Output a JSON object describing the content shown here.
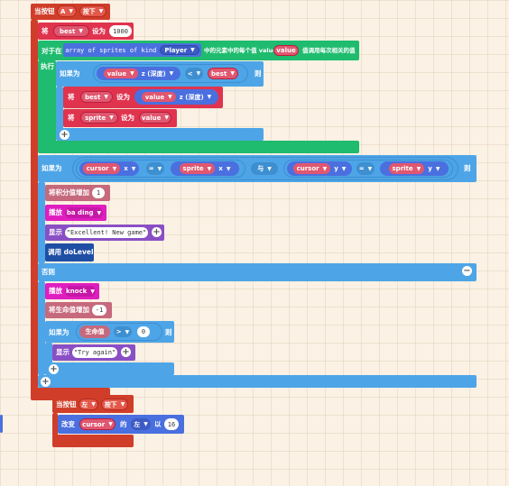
{
  "event_button": {
    "label": "当按钮",
    "button": "A",
    "action": "按下"
  },
  "set_best": {
    "set": "将",
    "variable": "best",
    "to": "设为",
    "value": "1000"
  },
  "for_each": {
    "label": "对于在",
    "array": "array of sprites of kind",
    "kind": "Player",
    "suffix": "中的元素中的每个值 value，以",
    "item": "value",
    "suffix2": "值调用每次相关的值",
    "do": "执行"
  },
  "if_1": {
    "if": "如果为",
    "left_var": "value",
    "left_prop": "z (深度)",
    "op": "<",
    "right_var": "best",
    "then": "则"
  },
  "set_best2": {
    "set": "将",
    "variable": "best",
    "to": "设为",
    "value_var": "value",
    "value_prop": "z (深度)"
  },
  "set_sprite": {
    "set": "将",
    "variable": "sprite",
    "to": "设为",
    "value": "value"
  },
  "if_2": {
    "if": "如果为",
    "a_var": "cursor",
    "a_prop": "x",
    "eq1": "=",
    "b_var": "sprite",
    "b_prop": "x",
    "and": "与",
    "c_var": "cursor",
    "c_prop": "y",
    "eq2": "=",
    "d_var": "sprite",
    "d_prop": "y",
    "then": "则"
  },
  "change_score": {
    "label": "将积分值增加",
    "value": "1"
  },
  "play_ba_ding": {
    "label": "播放",
    "sound": "ba ding"
  },
  "splash_1": {
    "label": "显示",
    "text": "\"Excellent! New game\""
  },
  "call_dolevel": {
    "label": "调用 doLevel"
  },
  "else": {
    "label": "否则"
  },
  "play_knock": {
    "label": "播放",
    "sound": "knock"
  },
  "change_life": {
    "label": "将生命值增加",
    "value": "-1"
  },
  "if_3": {
    "if": "如果为",
    "var": "生命值",
    "op": ">",
    "value": "0",
    "then": "则"
  },
  "splash_2": {
    "label": "显示",
    "text": "\"Try again\""
  },
  "event_button2": {
    "label": "当按钮",
    "button": "左",
    "action": "按下"
  },
  "change_cursor": {
    "label": "改变",
    "variable": "cursor",
    "of": "的",
    "prop": "左",
    "by": "以",
    "value": "16"
  },
  "colors": {
    "event_red": "#d03e2a",
    "variable_red": "#e0334e",
    "var_pill": "#e05770",
    "loop_green": "#1fbb6e",
    "logic_blue": "#4da5e7",
    "sprite_blue": "#4a6fdf",
    "music_magenta": "#e01ec0",
    "info_pink": "#c6697d",
    "scene_purple": "#8a4fc4",
    "func_navy": "#1f4ea5"
  }
}
